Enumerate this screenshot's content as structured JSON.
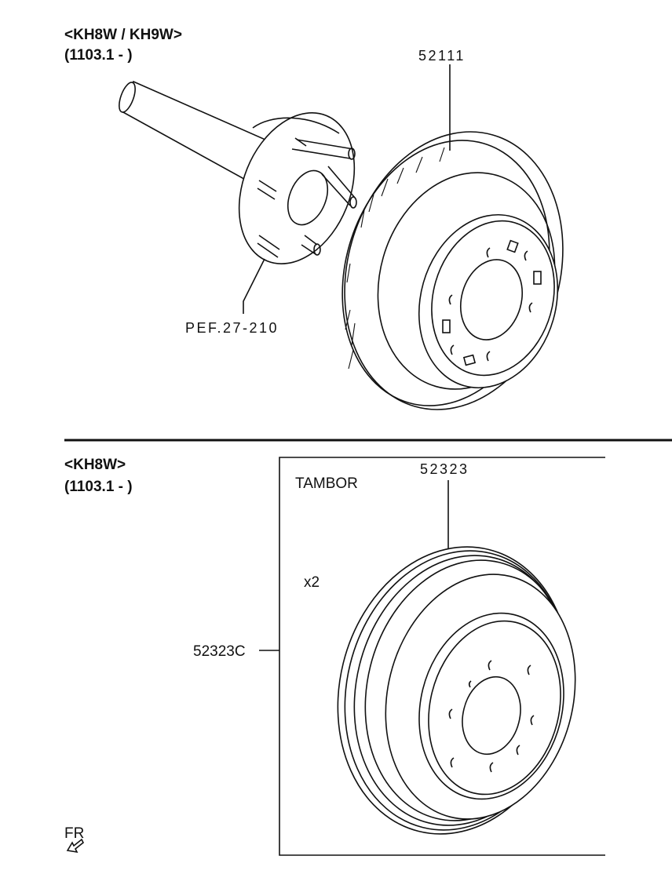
{
  "upper": {
    "model_label": "<KH8W / KH9W>",
    "date_label": "(1103.1 - )",
    "part_disc": "52111",
    "part_ref": "PEF.27-210"
  },
  "lower": {
    "model_label": "<KH8W>",
    "date_label": "(1103.1 - )",
    "box_title": "TAMBOR",
    "part_drum": "52323",
    "quantity": "x2",
    "part_kit": "52323C"
  },
  "orientation": {
    "label": "FR",
    "icon": "arrow-icon"
  }
}
